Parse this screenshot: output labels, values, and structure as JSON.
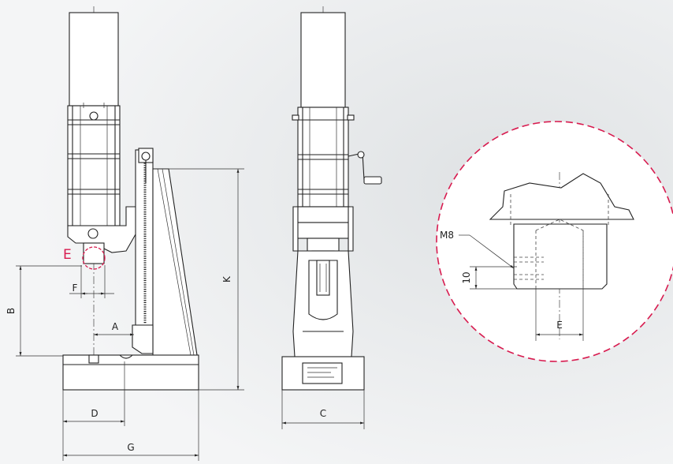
{
  "drawing": {
    "dimension_labels": {
      "A": "A",
      "B": "B",
      "C": "C",
      "D": "D",
      "E": "E",
      "F": "F",
      "G": "G",
      "K": "K"
    },
    "detail_marker": "E",
    "detail": {
      "thread_label": "M8",
      "depth_label": "10",
      "width_label": "E"
    },
    "accent_color": "#d81b4f"
  }
}
